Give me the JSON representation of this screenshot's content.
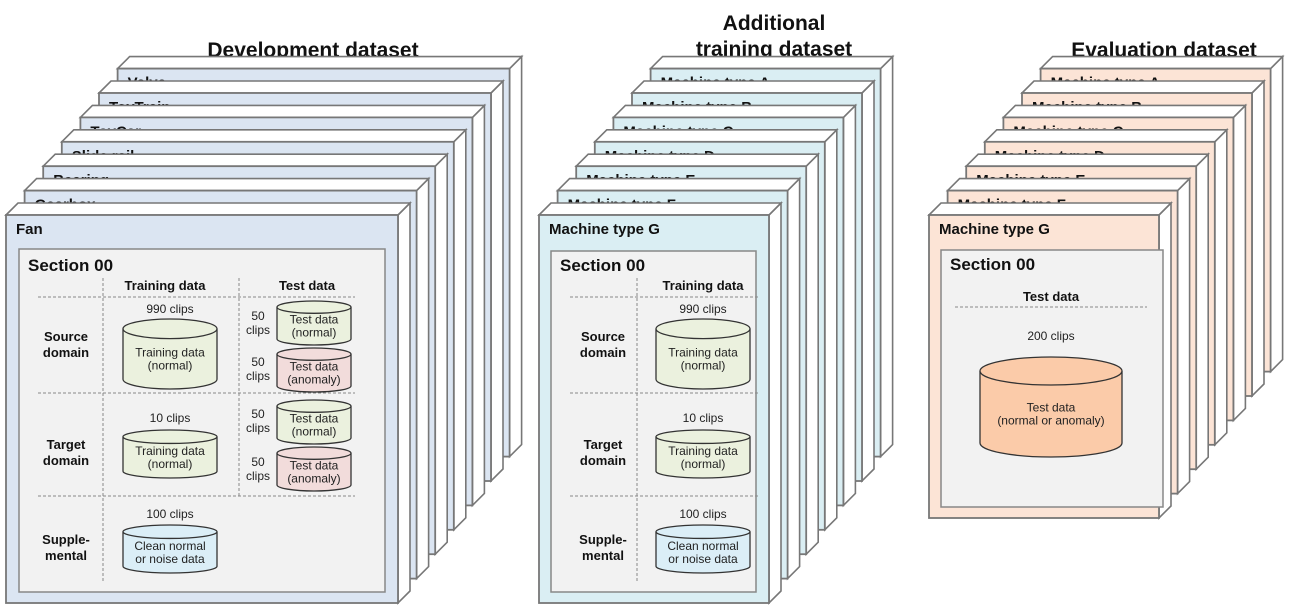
{
  "colors": {
    "dev_fill": "#dbe5f2",
    "add_fill": "#daeef3",
    "eval_fill": "#fce4d6",
    "section_fill": "#f2f2f2",
    "train_cyl": "#ebf1de",
    "anomaly_cyl": "#f2dcdb",
    "supp_cyl": "#dbeef7",
    "eval_cyl": "#fbcba9"
  },
  "development": {
    "title": "Development dataset",
    "stack": [
      "Valve",
      "ToyTrain",
      "ToyCar",
      "Slide rail",
      "Bearing",
      "Gearbox"
    ],
    "front": "Fan",
    "section": "Section 00",
    "col_train": "Training data",
    "col_test": "Test data",
    "rows": {
      "source": [
        "Source",
        "domain"
      ],
      "target": [
        "Target",
        "domain"
      ],
      "supp": [
        "Supple-",
        "mental"
      ]
    },
    "source_train": {
      "clips": "990 clips",
      "l1": "Training data",
      "l2": "(normal)"
    },
    "source_test_n": {
      "c1": "50",
      "c2": "clips",
      "l1": "Test data",
      "l2": "(normal)"
    },
    "source_test_a": {
      "c1": "50",
      "c2": "clips",
      "l1": "Test data",
      "l2": "(anomaly)"
    },
    "target_train": {
      "clips": "10 clips",
      "l1": "Training data",
      "l2": "(normal)"
    },
    "target_test_n": {
      "c1": "50",
      "c2": "clips",
      "l1": "Test data",
      "l2": "(normal)"
    },
    "target_test_a": {
      "c1": "50",
      "c2": "clips",
      "l1": "Test data",
      "l2": "(anomaly)"
    },
    "supp": {
      "clips": "100 clips",
      "l1": "Clean normal",
      "l2": "or noise data"
    }
  },
  "additional": {
    "title1": "Additional",
    "title2": "training dataset",
    "stack": [
      "Machine type A",
      "Machine type B",
      "Machine type C",
      "Machine type D",
      "Machine type E",
      "Machine type F"
    ],
    "front": "Machine type G",
    "section": "Section 00",
    "col_train": "Training data",
    "rows": {
      "source": [
        "Source",
        "domain"
      ],
      "target": [
        "Target",
        "domain"
      ],
      "supp": [
        "Supple-",
        "mental"
      ]
    },
    "source_train": {
      "clips": "990 clips",
      "l1": "Training data",
      "l2": "(normal)"
    },
    "target_train": {
      "clips": "10 clips",
      "l1": "Training data",
      "l2": "(normal)"
    },
    "supp": {
      "clips": "100 clips",
      "l1": "Clean normal",
      "l2": "or noise data"
    }
  },
  "evaluation": {
    "title": "Evaluation dataset",
    "stack": [
      "Machine type A",
      "Machine type B",
      "Machine type C",
      "Machine type D",
      "Machine type E",
      "Machine type F"
    ],
    "front": "Machine type G",
    "section": "Section 00",
    "col_test": "Test data",
    "test": {
      "clips": "200 clips",
      "l1": "Test data",
      "l2": "(normal or anomaly)"
    }
  }
}
